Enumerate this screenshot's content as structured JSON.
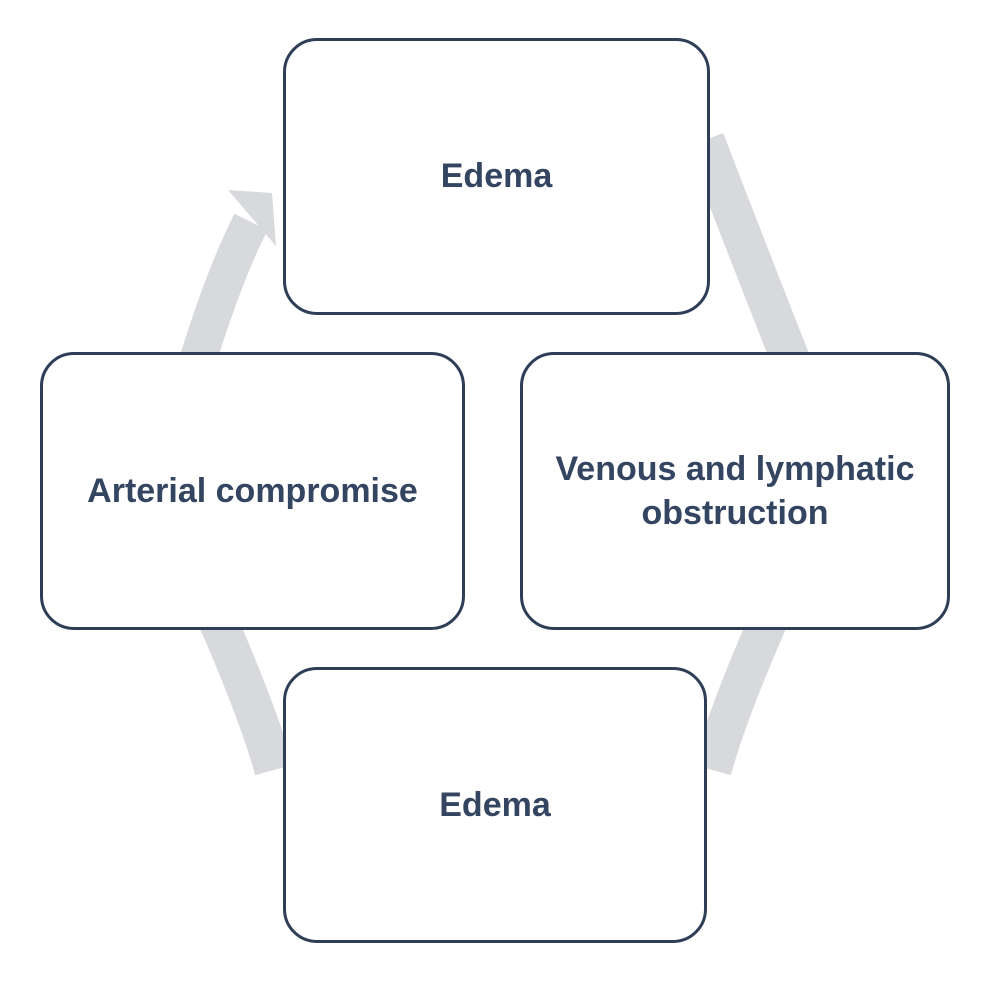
{
  "diagram": {
    "type": "cycle",
    "direction": "clockwise",
    "nodes": [
      {
        "id": "top",
        "label": "Edema"
      },
      {
        "id": "right",
        "label": "Venous and lymphatic obstruction"
      },
      {
        "id": "bottom",
        "label": "Edema"
      },
      {
        "id": "left",
        "label": "Arterial compromise"
      }
    ],
    "arrow": {
      "name": "cycle-arrow",
      "arrowhead_position": "upper-left",
      "color": "#d7d9dc"
    },
    "colors": {
      "background": "#ffffff",
      "node_fill": "#ffffff",
      "node_border": "#2e3e57",
      "text": "#344561"
    }
  }
}
